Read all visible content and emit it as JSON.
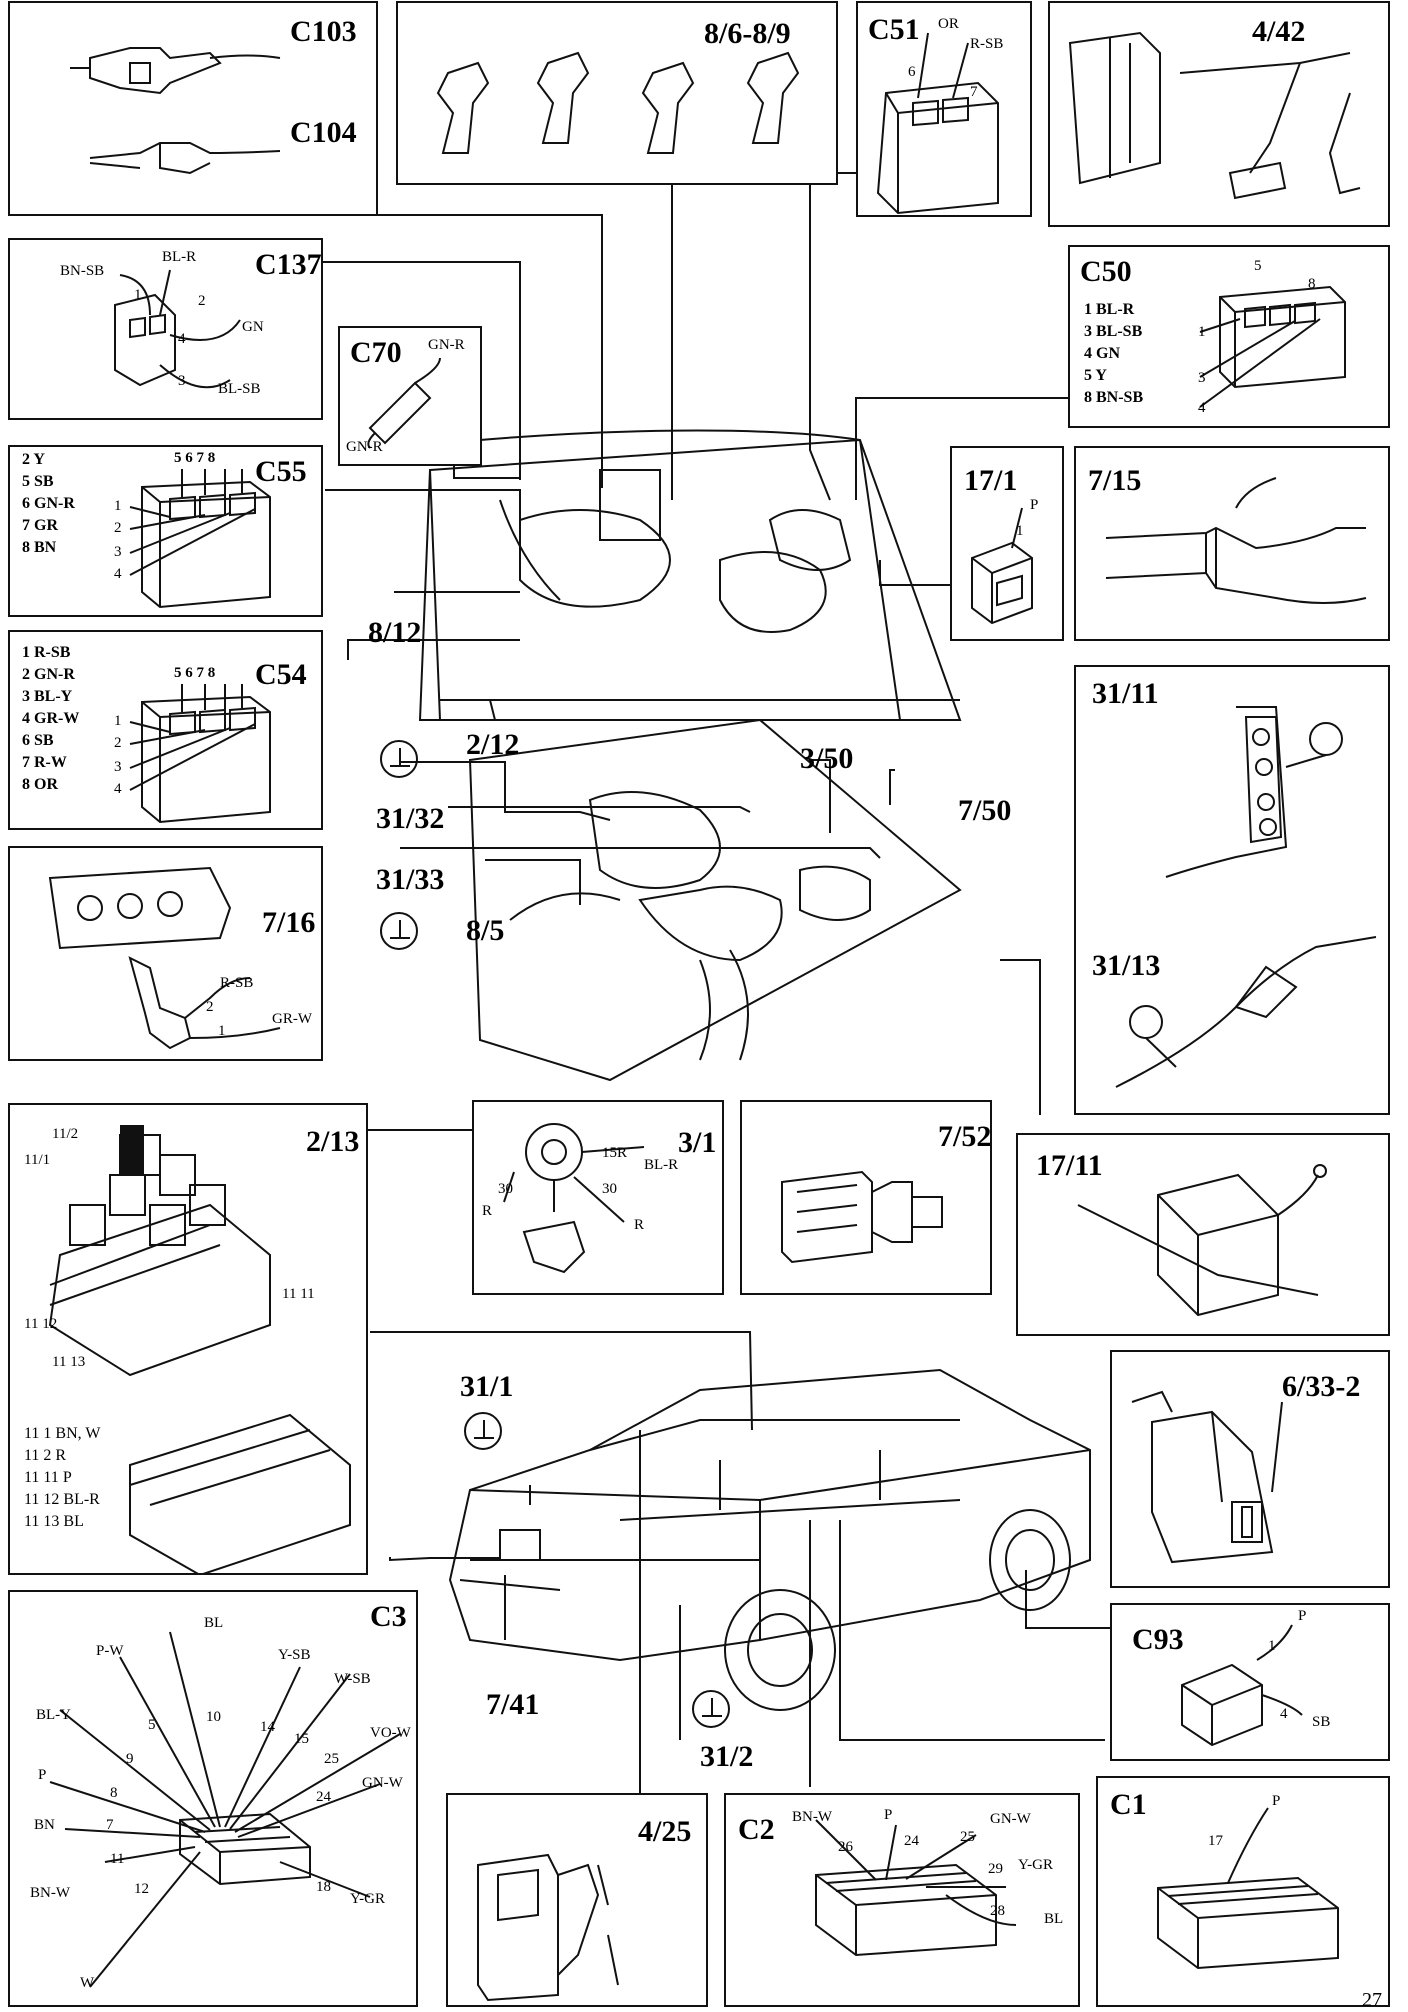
{
  "page_number": "27",
  "components": {
    "c103": "C103",
    "c104": "C104",
    "inj": "8/6-8/9",
    "c51": "C51",
    "c51_or": "OR",
    "c51_rsb": "R-SB",
    "c51_6": "6",
    "c51_7": "7",
    "pedal": "4/42",
    "c137": "C137",
    "c137_bnsb": "BN-SB",
    "c137_blr": "BL-R",
    "c137_1": "1",
    "c137_2": "2",
    "c137_3": "3",
    "c137_4": "4",
    "c137_gn": "GN",
    "c137_blsb": "BL-SB",
    "c70": "C70",
    "c70_gnr_top": "GN-R",
    "c70_gnr_bot": "GN-R",
    "c50": "C50",
    "c50_wires": [
      "1 BL-R",
      "3 BL-SB",
      "4 GN",
      "5 Y",
      "8 BN-SB"
    ],
    "c50_5": "5",
    "c50_8": "8",
    "c50_1": "1",
    "c50_3": "3",
    "c50_4": "4",
    "c55": "C55",
    "c55_wires": [
      "2 Y",
      "5 SB",
      "6 GN-R",
      "7 GR",
      "8 BN"
    ],
    "c55_pins_top": "5 6 7 8",
    "c55_side": [
      "1",
      "2",
      "3",
      "4"
    ],
    "r17_1": "17/1",
    "r17_1_p": "P",
    "r17_1_1": "1",
    "r7_15": "7/15",
    "c54": "C54",
    "c54_wires": [
      "1 R-SB",
      "2 GN-R",
      "3 BL-Y",
      "4 GR-W",
      "6 SB",
      "7 R-W",
      "8 OR"
    ],
    "c54_pins_top": "5 6 7 8",
    "c54_side": [
      "1",
      "2",
      "3",
      "4"
    ],
    "l8_12": "8/12",
    "l2_12": "2/12",
    "r31_11": "31/11",
    "r31_13": "31/13",
    "l3_50": "3/50",
    "l7_50": "7/50",
    "l31_32": "31/32",
    "l31_33": "31/33",
    "l8_5": "8/5",
    "r7_16": "7/16",
    "r7_16_rsb": "R-SB",
    "r7_16_2": "2",
    "r7_16_1": "1",
    "r7_16_grw": "GR-W",
    "r2_13": "2/13",
    "r2_13_labels": [
      "11/2",
      "11/1",
      "11 11",
      "11 12",
      "11 13"
    ],
    "r2_13_wires": [
      "11 1 BN, W",
      "11 2 R",
      "11 11 P",
      "11 12 BL-R",
      "11 13 BL"
    ],
    "sw3_1": "3/1",
    "sw3_1_15r": "15R",
    "sw3_1_blr": "BL-R",
    "sw3_1_30a": "30",
    "sw3_1_30b": "30",
    "sw3_1_ra": "R",
    "sw3_1_rb": "R",
    "r7_52": "7/52",
    "r17_11": "17/11",
    "l31_1": "31/1",
    "r6_33_2": "6/33-2",
    "c93": "C93",
    "c93_p": "P",
    "c93_1": "1",
    "c93_4": "4",
    "c93_sb": "SB",
    "c3": "C3",
    "c3_pins": [
      {
        "wire": "BL",
        "pin": "10"
      },
      {
        "wire": "P-W",
        "pin": "5"
      },
      {
        "wire": "Y-SB",
        "pin": "14"
      },
      {
        "wire": "W-SB",
        "pin": "15"
      },
      {
        "wire": "BL-Y",
        "pin": "9"
      },
      {
        "wire": "VO-W",
        "pin": "25"
      },
      {
        "wire": "P",
        "pin": "8"
      },
      {
        "wire": "GN-W",
        "pin": "24"
      },
      {
        "wire": "BN",
        "pin": "7"
      },
      {
        "wire": "BN-W",
        "pin": "11"
      },
      {
        "wire": "W",
        "pin": "12"
      },
      {
        "wire": "Y-GR",
        "pin": "18"
      }
    ],
    "l7_41": "7/41",
    "l31_2": "31/2",
    "r4_25": "4/25",
    "c2": "C2",
    "c2_pins": [
      {
        "wire": "BN-W",
        "pin": "26"
      },
      {
        "wire": "P",
        "pin": "24"
      },
      {
        "wire": "GN-W",
        "pin": "25"
      },
      {
        "wire": "Y-GR",
        "pin": "29"
      },
      {
        "wire": "BL",
        "pin": "28"
      }
    ],
    "c1": "C1",
    "c1_p": "P",
    "c1_17": "17"
  }
}
